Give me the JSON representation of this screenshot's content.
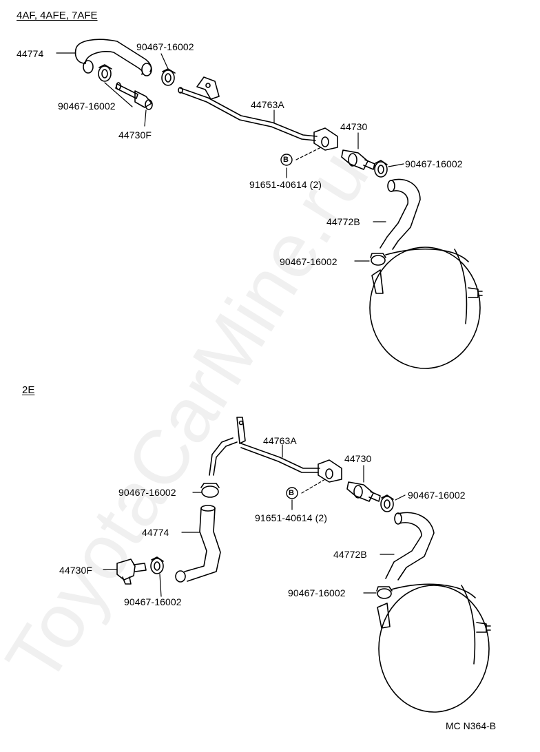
{
  "watermark": "ToyotaCarMine.ru",
  "sections": [
    {
      "title": "4AF, 4AFE, 7AFE",
      "labels": {
        "hose_upper": "44774",
        "clamp_a": "90467-16002",
        "clamp_b": "90467-16002",
        "valve_f": "44730F",
        "pipe": "44763A",
        "valve": "44730",
        "clamp_c": "90467-16002",
        "bolt": "91651-40614 (2)",
        "hose_lower": "44772B",
        "clamp_d": "90467-16002"
      }
    },
    {
      "title": "2E",
      "labels": {
        "pipe": "44763A",
        "valve": "44730",
        "clamp_a": "90467-16002",
        "bolt": "91651-40614 (2)",
        "clamp_c": "90467-16002",
        "hose_upper": "44774",
        "valve_f": "44730F",
        "hose_lower": "44772B",
        "clamp_b": "90467-16002",
        "clamp_d": "90467-16002"
      }
    }
  ],
  "bolt_marker": "B",
  "figure_code": "MC N364-B"
}
